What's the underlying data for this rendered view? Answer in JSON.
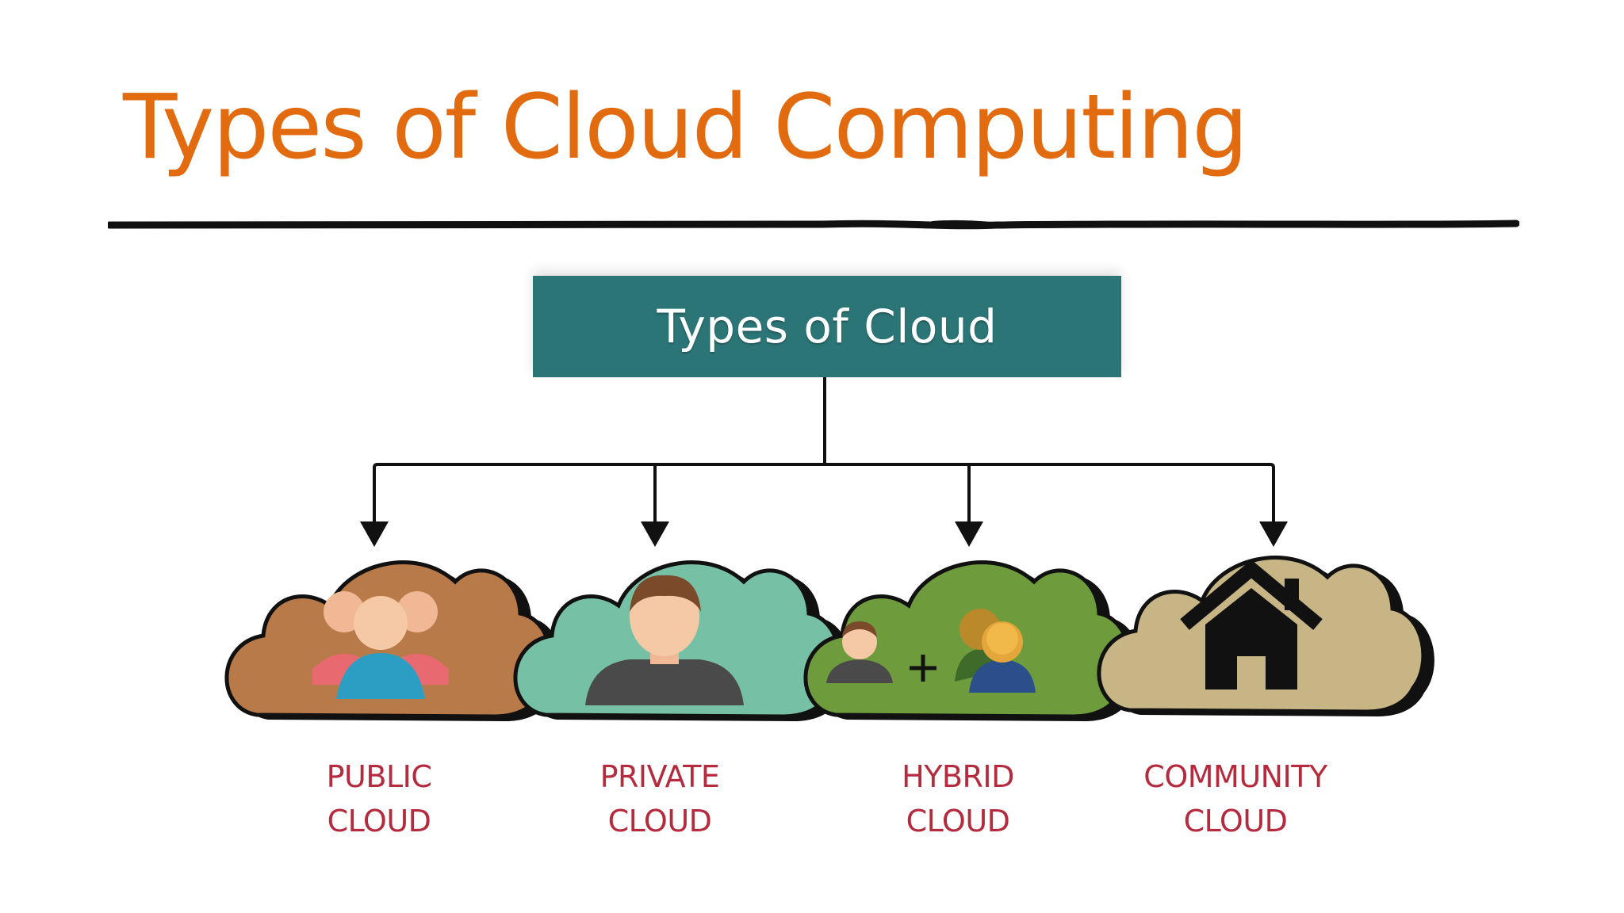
{
  "slide": {
    "title": "Types of Cloud Computing"
  },
  "diagram": {
    "root": {
      "label": "Types of Cloud",
      "color": "#2c7577"
    },
    "nodes": [
      {
        "id": "public",
        "label": "PUBLIC\nCLOUD",
        "cloud_color": "#b97a4a",
        "icon": "people-group-icon"
      },
      {
        "id": "private",
        "label": "PRIVATE\nCLOUD",
        "cloud_color": "#76c1a6",
        "icon": "person-icon"
      },
      {
        "id": "hybrid",
        "label": "HYBRID\nCLOUD",
        "cloud_color": "#6e9b3c",
        "icon": "person-plus-group-icon"
      },
      {
        "id": "community",
        "label": "COMMUNITY\nCLOUD",
        "cloud_color": "#c8b585",
        "icon": "house-icon"
      }
    ]
  },
  "colors": {
    "title": "#e26b10",
    "node_label": "#b52a3c",
    "connector": "#111111"
  }
}
